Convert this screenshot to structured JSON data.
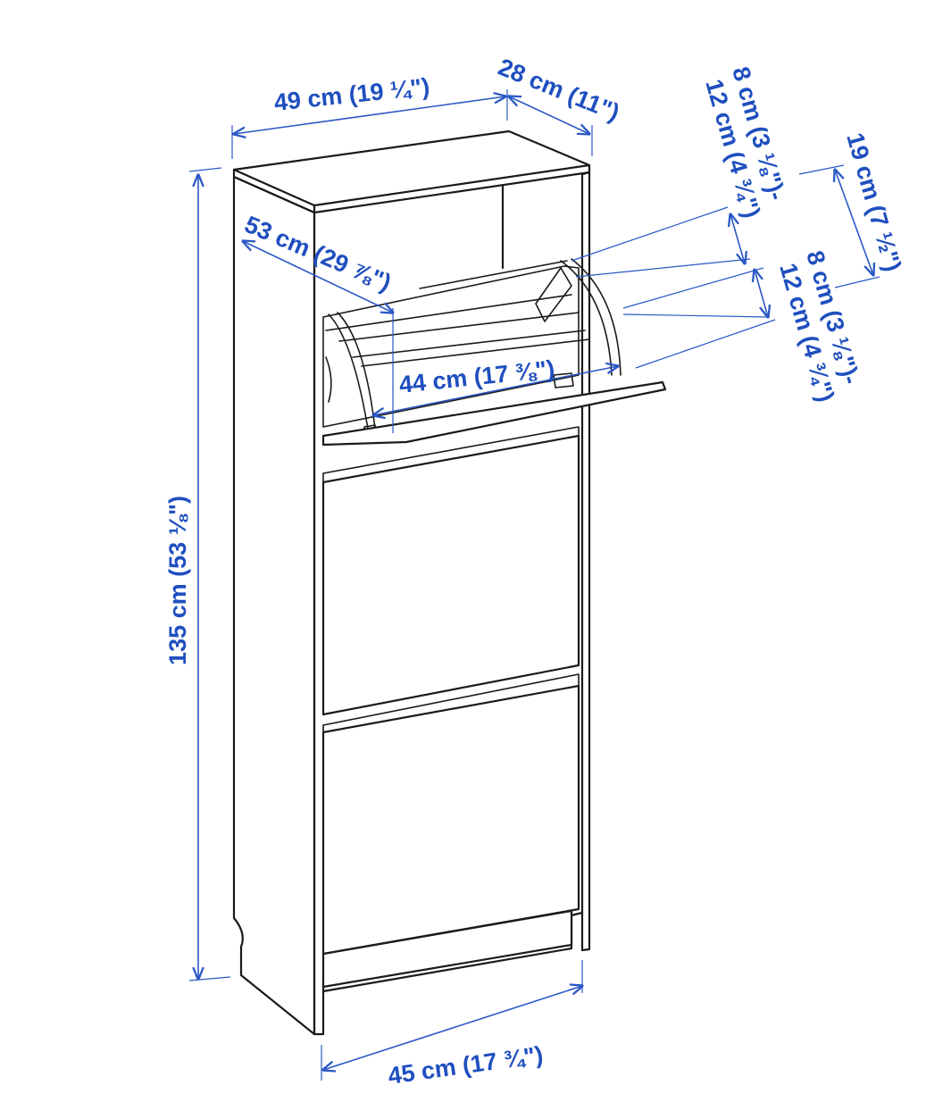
{
  "colors": {
    "dimension": "#1f4fbf",
    "outline": "#1a1a1a",
    "background": "#ffffff"
  },
  "dimensions": {
    "top_width": "49 cm (19 ¼\")",
    "top_depth": "28 cm (11\")",
    "total_height": "135 cm (53 ⅛\")",
    "diagonal": "53 cm (29 ⅞\")",
    "inner_width": "44 cm (17 ⅜\")",
    "bottom_width": "45 cm (17 ¾\")",
    "upper_gap_line1": "8 cm (3 ⅛\")-",
    "upper_gap_line2": "12 cm (4 ¾\")",
    "side_height": "19 cm (7 ½\")",
    "lower_gap_line1": "8 cm (3 ⅛\")-",
    "lower_gap_line2": "12 cm (4 ¾\")"
  }
}
